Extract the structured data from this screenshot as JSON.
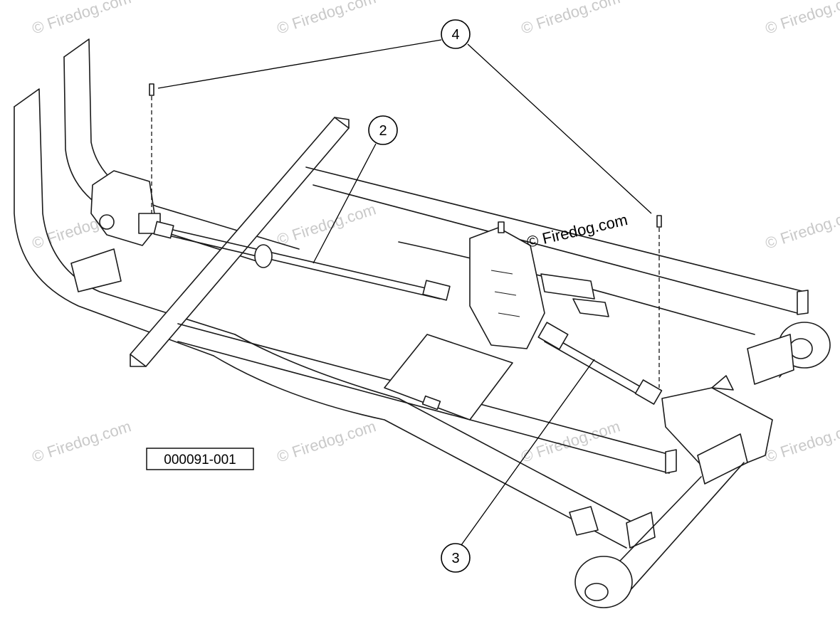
{
  "watermark_text": "© Firedog.com",
  "center_watermark_text": "© Firedog.com",
  "figure_number": "000091-001",
  "callouts": [
    {
      "id": "2",
      "label": "2"
    },
    {
      "id": "3",
      "label": "3"
    },
    {
      "id": "4",
      "label": "4"
    }
  ]
}
